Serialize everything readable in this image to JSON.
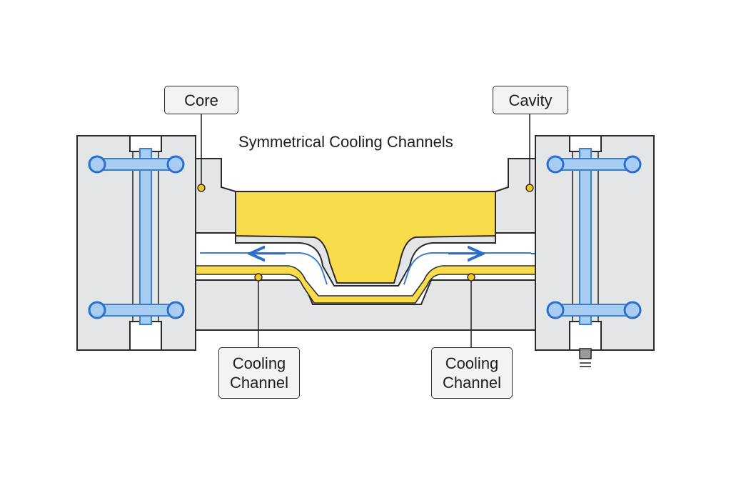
{
  "title": "Symmetrical Cooling Channels",
  "labels": {
    "core": "Core",
    "cavity": "Cavity",
    "cooling_left": "Cooling\nChannel",
    "cooling_right": "Cooling\nChannel"
  },
  "colors": {
    "mold_fill": "#e4e5e6",
    "outline": "#2a2a2a",
    "part_yellow": "#f8dc4a",
    "channel_fill": "#a9cdf2",
    "channel_edge": "#3b7fd0",
    "flow_arrow": "#2a6fd0",
    "marker": "#f2c820"
  }
}
